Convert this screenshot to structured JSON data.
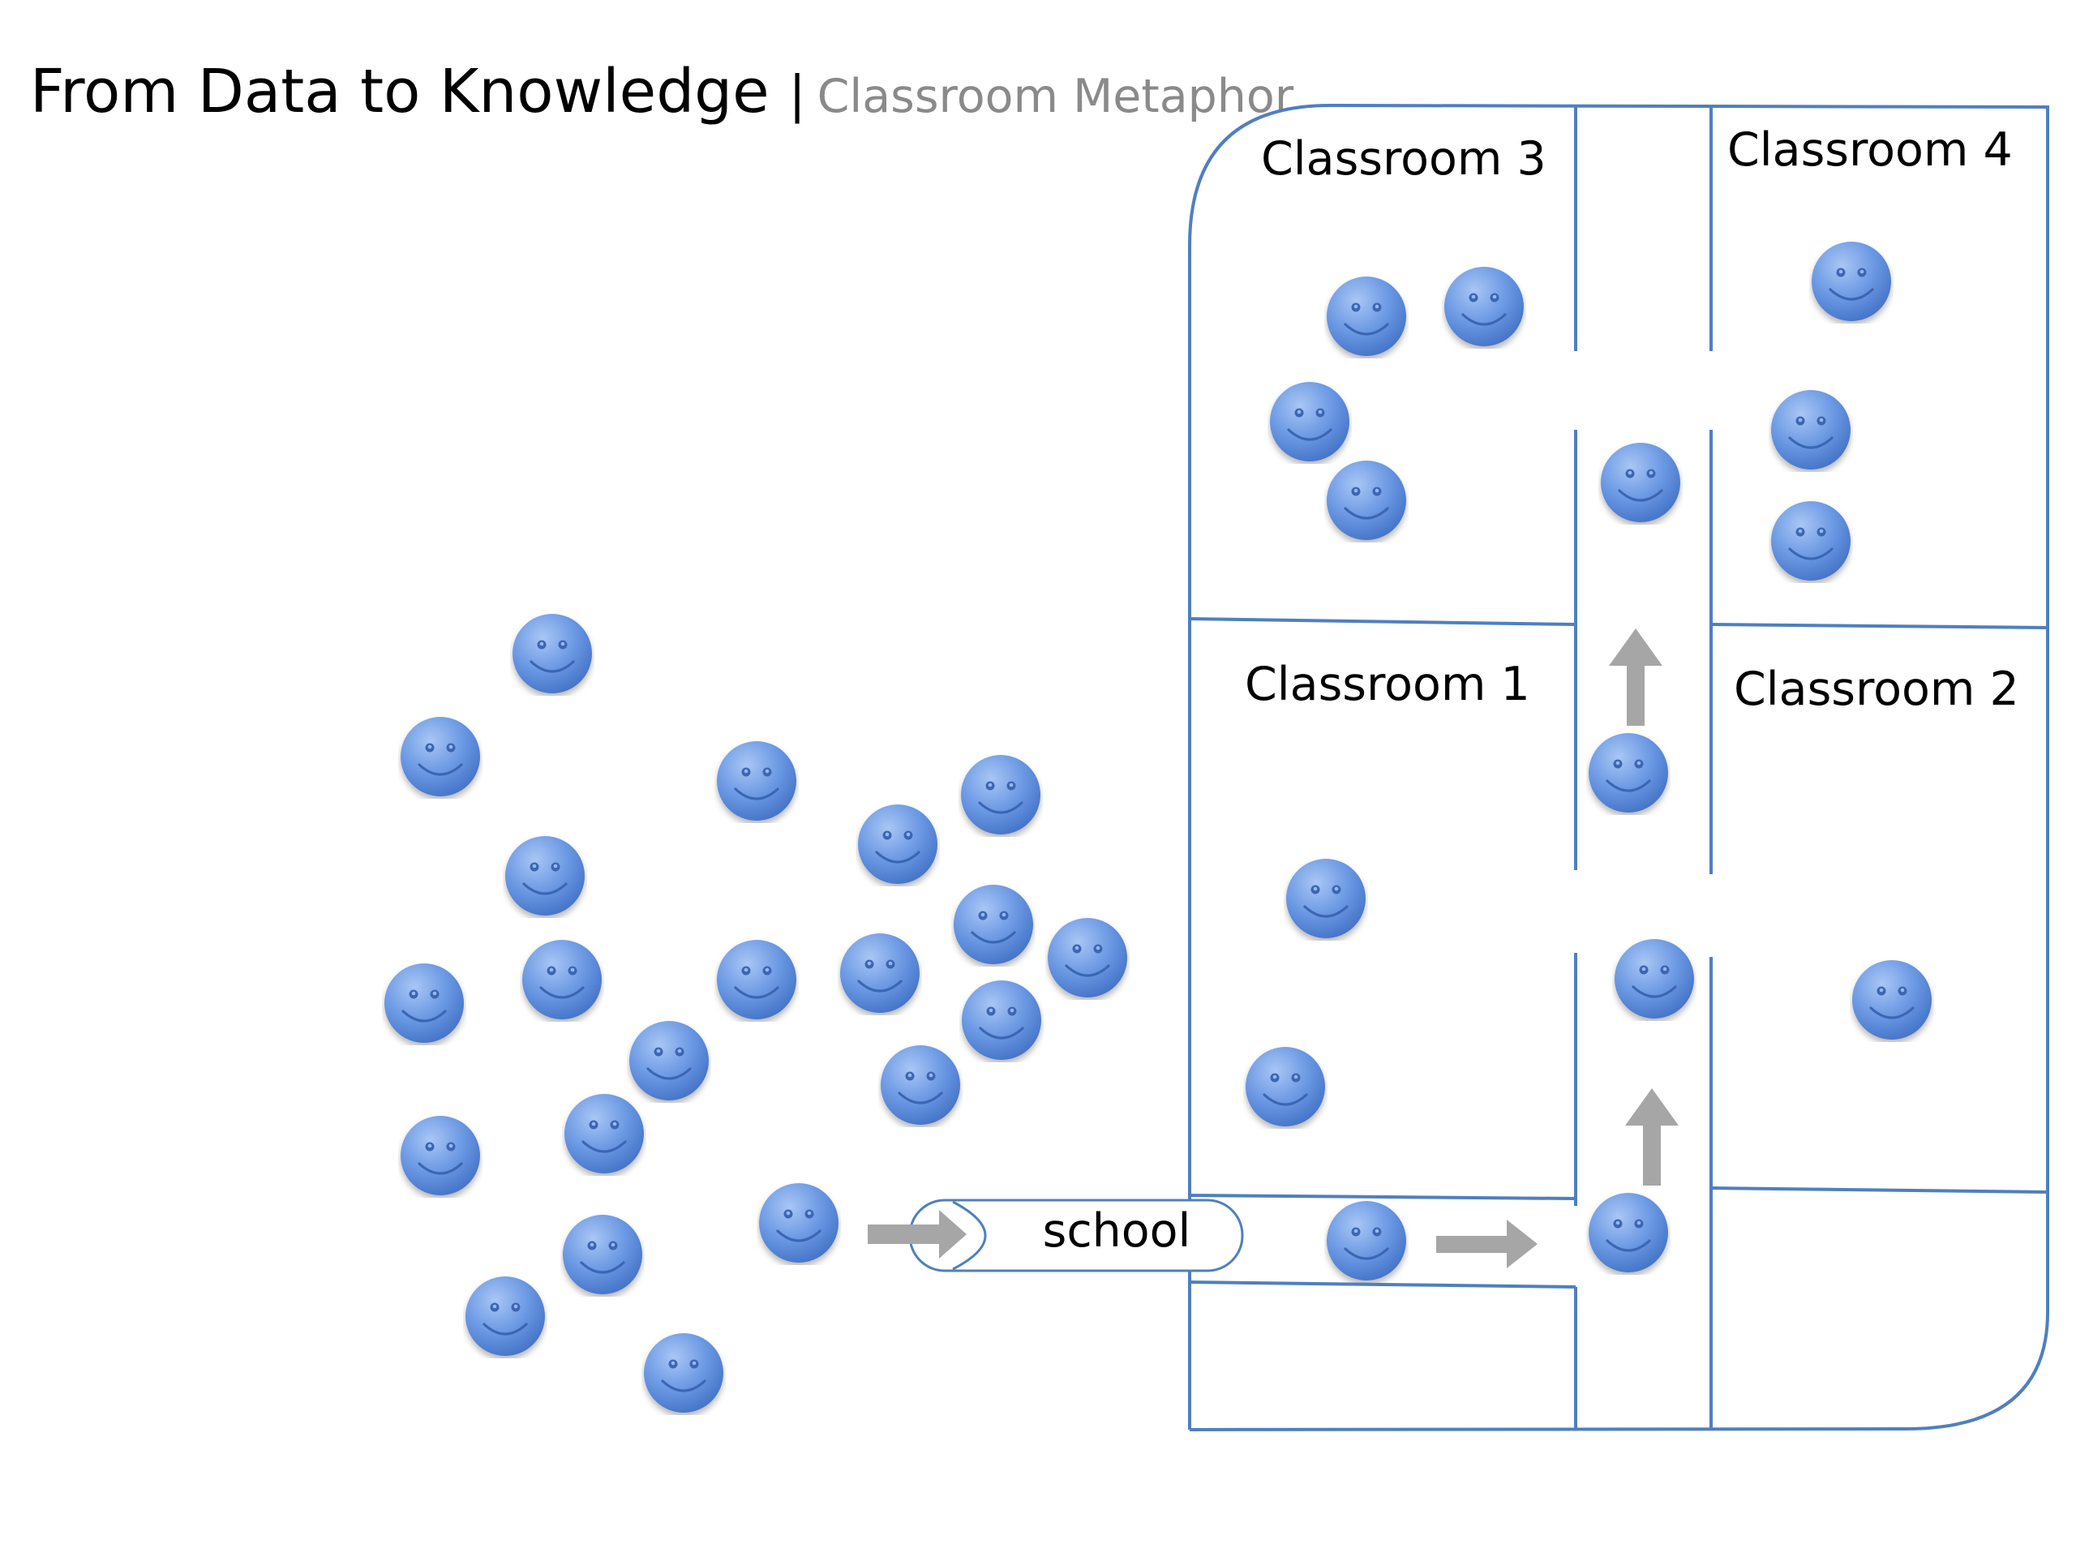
{
  "title": {
    "main": "From Data to Knowledge",
    "separator": "|",
    "subtitle": "Classroom Metaphor"
  },
  "school_label": "school",
  "classrooms": {
    "c1": "Classroom 1",
    "c2": "Classroom 2",
    "c3": "Classroom 3",
    "c4": "Classroom 4"
  },
  "colors": {
    "outline": "#4f7fbf",
    "smiley": "#5e8fe0",
    "arrow": "#a6a6a6"
  },
  "icons": {
    "student": "smiley-face-icon",
    "flow": "arrow-icon"
  }
}
